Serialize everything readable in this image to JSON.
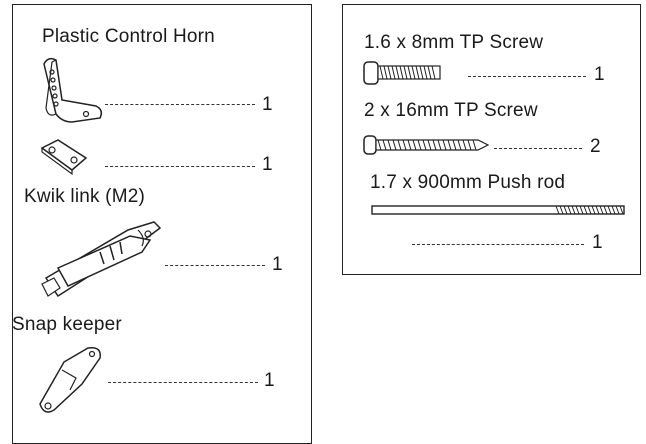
{
  "left_panel": {
    "items": [
      {
        "label": "Plastic Control Horn",
        "qty": "1",
        "icon": "control-horn-icon"
      },
      {
        "label": "",
        "qty": "1",
        "icon": "control-horn-plate-icon"
      },
      {
        "label": "Kwik link (M2)",
        "qty": "1",
        "icon": "kwik-link-icon"
      },
      {
        "label": "Snap keeper",
        "qty": "1",
        "icon": "snap-keeper-icon"
      }
    ]
  },
  "right_panel": {
    "items": [
      {
        "label": "1.6 x 8mm TP Screw",
        "qty": "1",
        "icon": "short-screw-icon"
      },
      {
        "label": "2 x 16mm TP Screw",
        "qty": "2",
        "icon": "long-screw-icon"
      },
      {
        "label": "1.7 x 900mm Push rod",
        "qty": "1",
        "icon": "push-rod-icon"
      }
    ]
  }
}
